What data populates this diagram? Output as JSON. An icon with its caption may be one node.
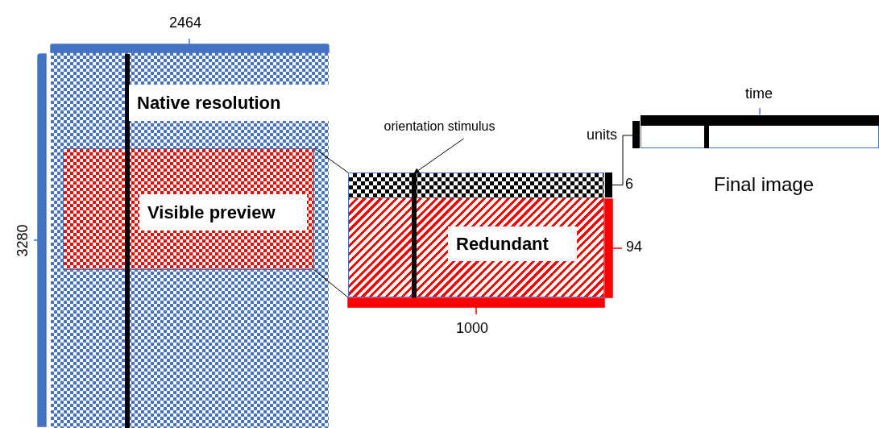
{
  "diagram": {
    "nodes": [
      {
        "text": [
          "Native resolution"
        ]
      },
      {
        "text": [
          "Visible preview"
        ],
        "in": 0
      },
      {
        "text": [
          "Redundant"
        ]
      },
      {
        "text": [
          "orientation stimulus"
        ]
      },
      {
        "text": [],
        "shape": "bar",
        "in": 2
      },
      {
        "text": [
          "Final image"
        ]
      },
      {
        "text": [
          "units"
        ]
      },
      {
        "text": [],
        "shape": "bar"
      },
      {
        "text": [],
        "shape": "bar"
      }
    ],
    "edges": [
      {
        "from": 1,
        "to": 2,
        "arrow": "none"
      },
      {
        "from": 1,
        "to": 2,
        "arrow": "none"
      },
      {
        "from": 3,
        "to": 4,
        "arrow": "to"
      },
      {
        "from": 6,
        "to": 7,
        "arrow": "none"
      },
      {
        "from": 6,
        "to": 8,
        "arrow": "none"
      }
    ],
    "labels": [
      "2464",
      "3280",
      "6",
      "94",
      "1000",
      "time"
    ]
  }
}
